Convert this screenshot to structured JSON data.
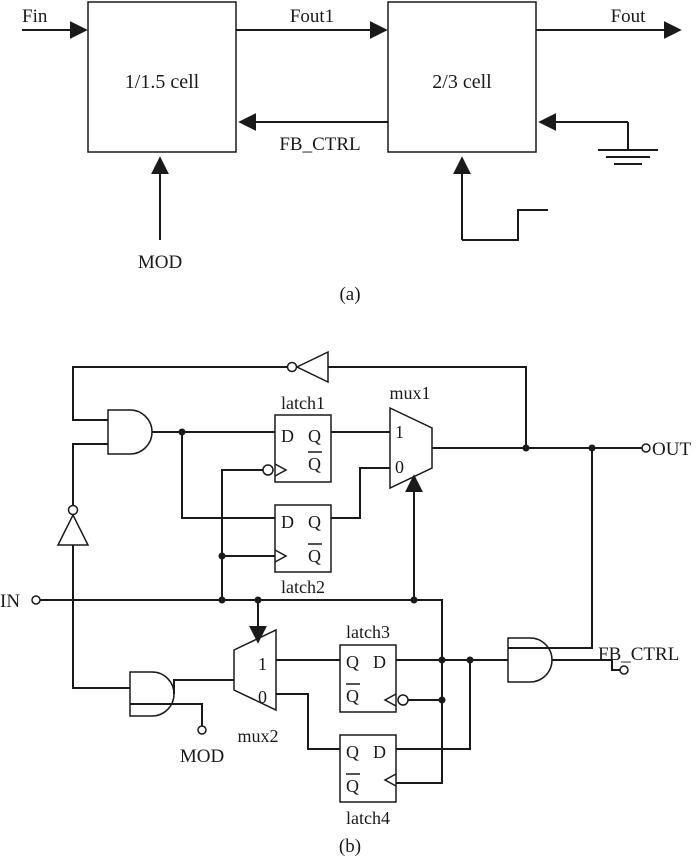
{
  "panel_a": {
    "caption": "(a)",
    "input_label": "Fin",
    "output_label": "Fout",
    "mid_label": "Fout1",
    "feedback_label": "FB_CTRL",
    "mod_label": "MOD",
    "cell1_label": "1/1.5 cell",
    "cell2_label": "2/3 cell"
  },
  "panel_b": {
    "caption": "(b)",
    "in_label": "IN",
    "out_label": "OUT",
    "fb_label": "FB_CTRL",
    "mod_label": "MOD",
    "mux1": {
      "name": "mux1",
      "in1": "1",
      "in0": "0"
    },
    "mux2": {
      "name": "mux2",
      "in1": "1",
      "in0": "0"
    },
    "latch1": {
      "name": "latch1",
      "d": "D",
      "q": "Q",
      "qbar": "Q"
    },
    "latch2": {
      "name": "latch2",
      "d": "D",
      "q": "Q",
      "qbar": "Q"
    },
    "latch3": {
      "name": "latch3",
      "d": "D",
      "q": "Q",
      "qbar": "Q"
    },
    "latch4": {
      "name": "latch4",
      "d": "D",
      "q": "Q",
      "qbar": "Q"
    }
  },
  "colors": {
    "ink": "#1a1a1a",
    "background": "#ffffff"
  }
}
